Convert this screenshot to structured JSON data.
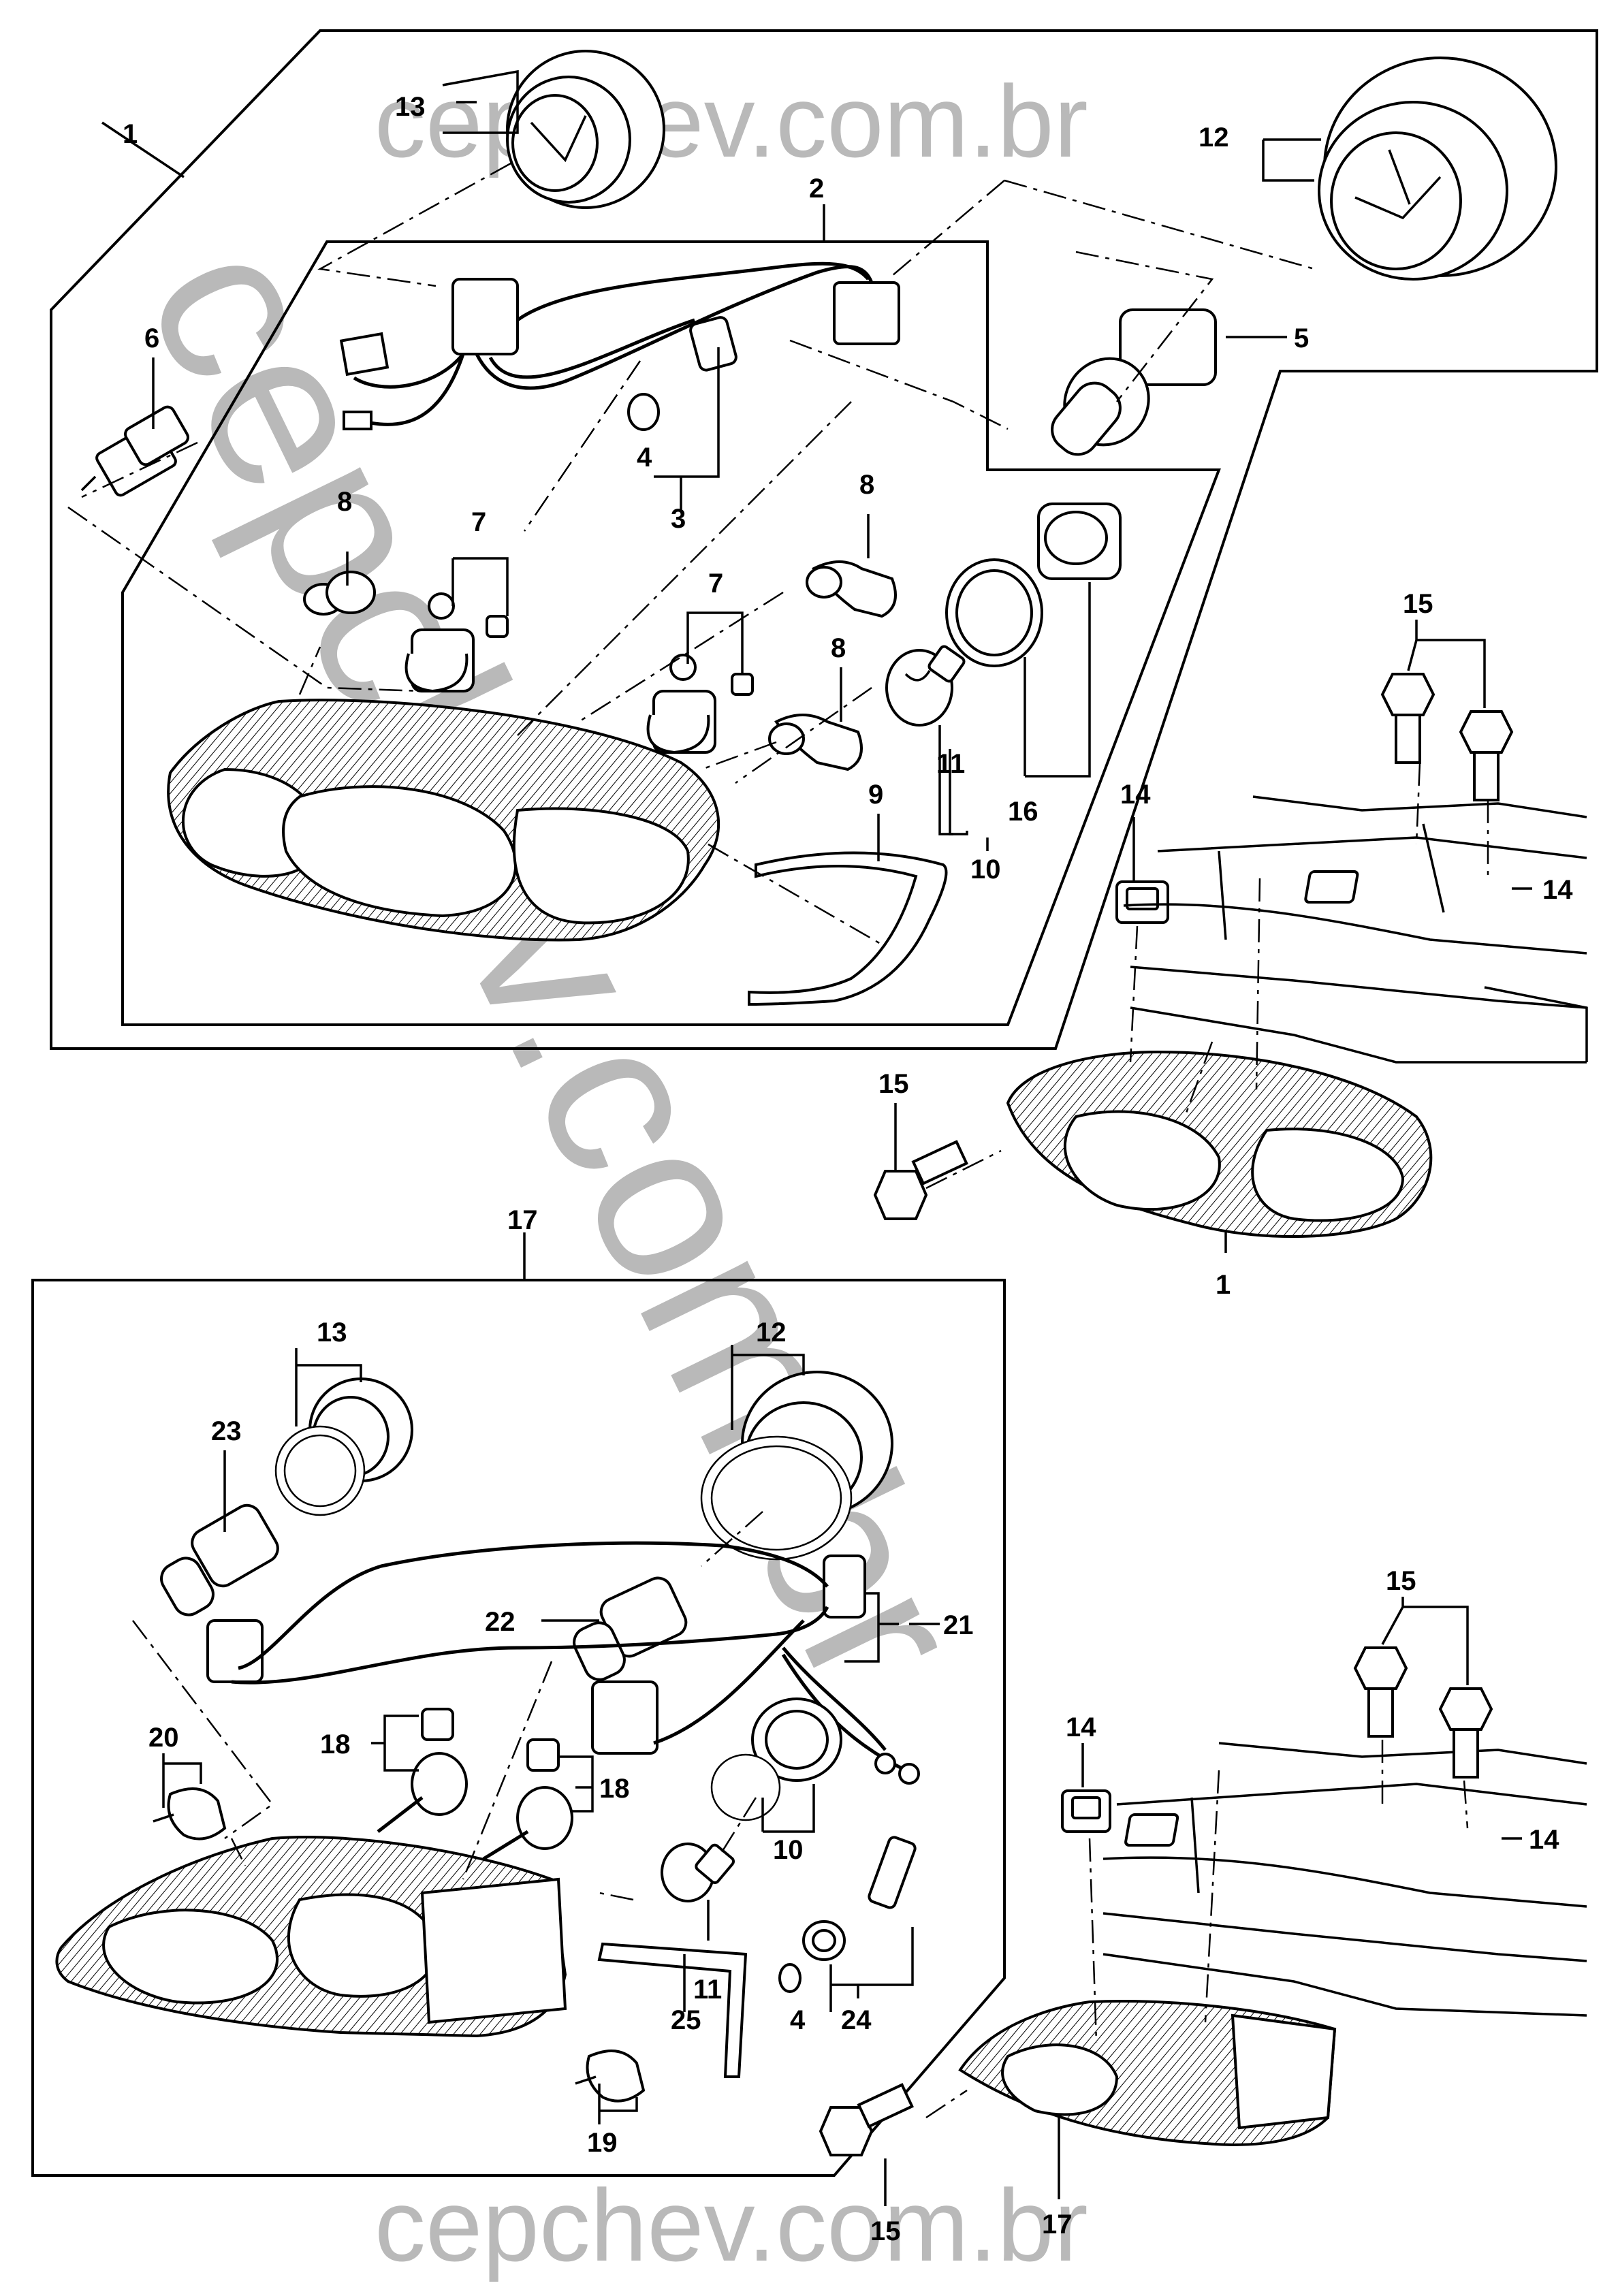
{
  "watermark": {
    "top": "cepchev.com.br",
    "bottom": "cepchev.com.br",
    "diagonal": "cepchev.com.br"
  },
  "callouts": {
    "c1_top": "1",
    "c1_low": "1",
    "c2": "2",
    "c3": "3",
    "c4_top": "4",
    "c5": "5",
    "c6": "6",
    "c7_left": "7",
    "c7_right": "7",
    "c8_left": "8",
    "c8_top": "8",
    "c8_mid": "8",
    "c9": "9",
    "c10_top": "10",
    "c11_top": "11",
    "c12_top": "12",
    "c13_top": "13",
    "c14_tl": "14",
    "c14_tr": "14",
    "c15_top": "15",
    "c15_mid": "15",
    "c16": "16",
    "c17_top": "17",
    "c12_low": "12",
    "c13_low": "13",
    "c23": "23",
    "c22": "22",
    "c21": "21",
    "c20": "20",
    "c18_a": "18",
    "c18_b": "18",
    "c10_low": "10",
    "c11_low": "11",
    "c4_low": "4",
    "c24": "24",
    "c25": "25",
    "c19": "19",
    "c15_br": "15",
    "c14_bl": "14",
    "c14_br": "14",
    "c15_bottom": "15",
    "c17_bottom": "17"
  }
}
